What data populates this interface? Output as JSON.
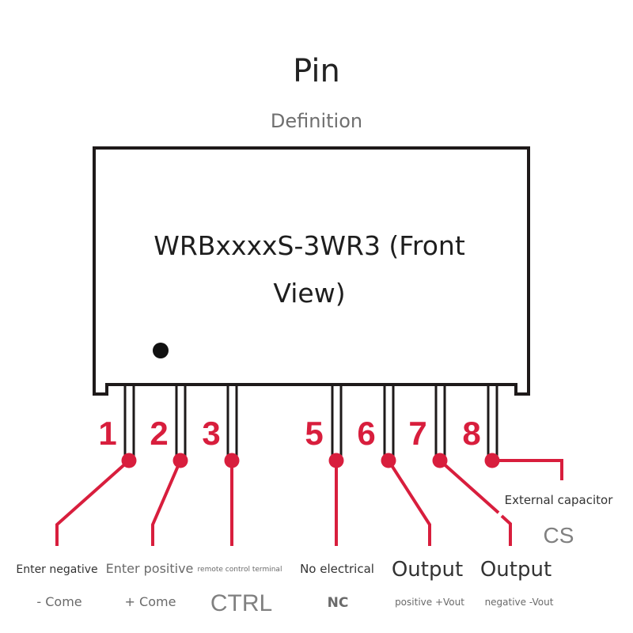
{
  "header": {
    "title": "Pin",
    "subtitle": "Definition"
  },
  "module": {
    "model_line1": "WRBxxxxS-3WR3 (Front",
    "model_line2": "View)",
    "orientation_mark": "pin-1-dot"
  },
  "colors": {
    "accent": "#d81e3d",
    "outline": "#1e1a1a",
    "title_text": "#222222",
    "label_text": "#333333",
    "sub_text": "#6f6f6f"
  },
  "pins": [
    {
      "number": "1",
      "label": "Enter negative",
      "sublabel": "- Come"
    },
    {
      "number": "2",
      "label": "Enter positive",
      "sublabel": "+ Come"
    },
    {
      "number": "3",
      "label": "remote control terminal",
      "sublabel": "CTRL"
    },
    {
      "number": "5",
      "label": "No electrical",
      "sublabel": "NC"
    },
    {
      "number": "6",
      "label": "Output",
      "sublabel": "positive +Vout"
    },
    {
      "number": "7",
      "label": "Output",
      "sublabel": "negative -Vout"
    },
    {
      "number": "8",
      "label": "External capacitor",
      "sublabel": "CS"
    }
  ]
}
